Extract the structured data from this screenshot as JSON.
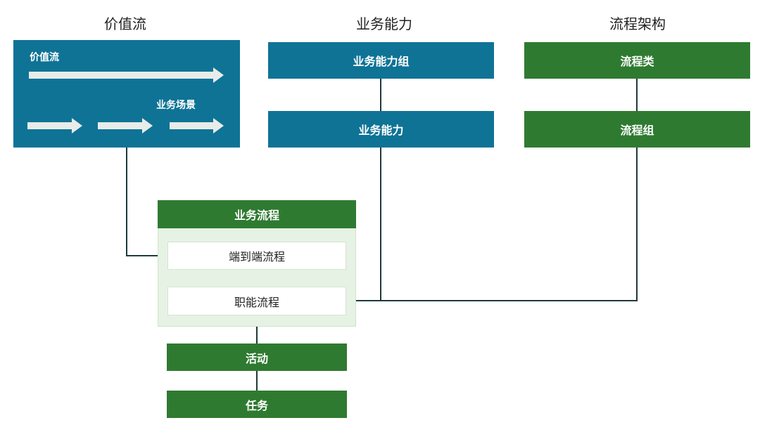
{
  "columns": {
    "value_stream": "价值流",
    "capability": "业务能力",
    "process_arch": "流程架构"
  },
  "value_stream_box": {
    "label": "价值流",
    "scenario_label": "业务场景"
  },
  "capability_group": "业务能力组",
  "capability": "业务能力",
  "process_category": "流程类",
  "process_group": "流程组",
  "business_process": {
    "title": "业务流程",
    "end_to_end": "端到端流程",
    "functional": "职能流程"
  },
  "activity": "活动",
  "task": "任务",
  "colors": {
    "blue": "#0f7396",
    "green": "#2f7a31",
    "panel": "#e6f2e4",
    "line": "#1f3a3a"
  }
}
